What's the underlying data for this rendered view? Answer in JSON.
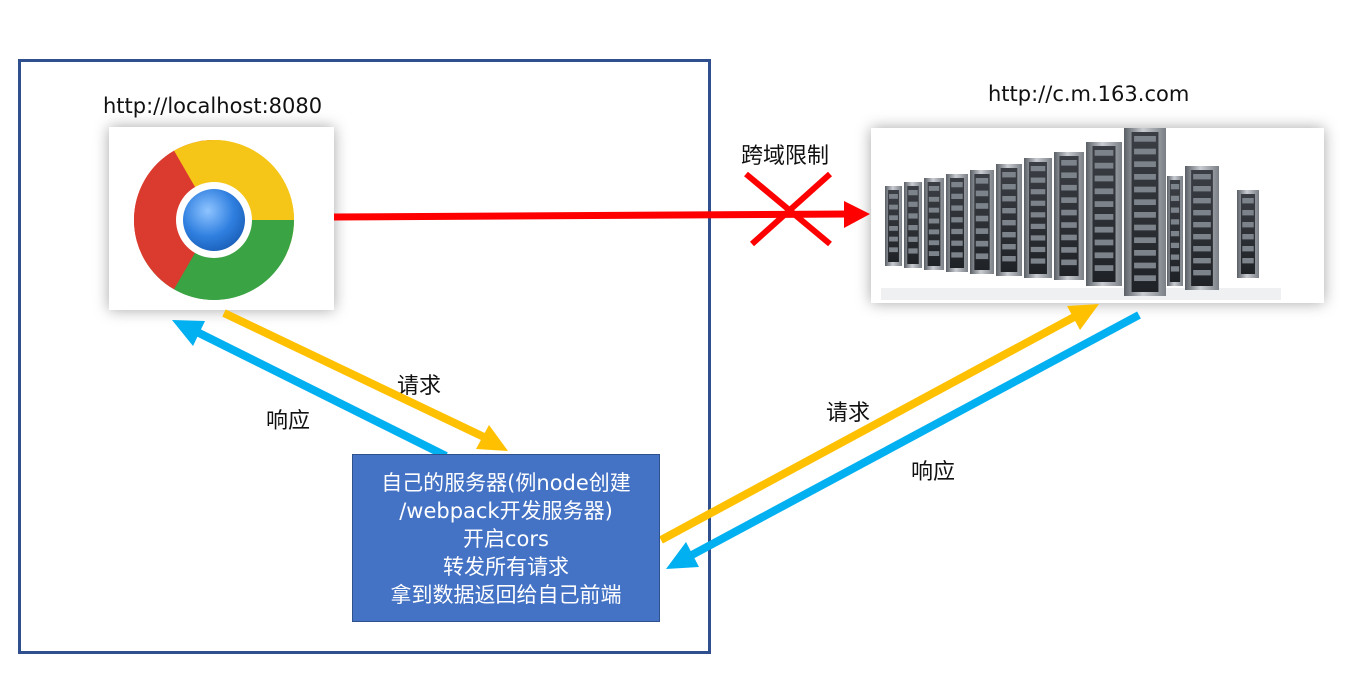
{
  "client": {
    "url": "http://localhost:8080",
    "browser_icon": "chrome-browser-icon"
  },
  "remote": {
    "url": "http://c.m.163.com",
    "icon": "server-rack-icon"
  },
  "cors_block": {
    "label": "跨域限制",
    "icon": "red-x-icon"
  },
  "left_flow": {
    "request": "请求",
    "response": "响应"
  },
  "right_flow": {
    "request": "请求",
    "response": "响应"
  },
  "proxy_server": {
    "lines": [
      "自己的服务器(例node创建",
      "/webpack开发服务器)",
      "开启cors",
      "转发所有请求",
      "拿到数据返回给自己前端"
    ]
  },
  "colors": {
    "blocked": "#ff0000",
    "request": "#ffc000",
    "response": "#00b0f0",
    "proxy_fill": "#4472c4",
    "frame": "#2f4f8f"
  }
}
